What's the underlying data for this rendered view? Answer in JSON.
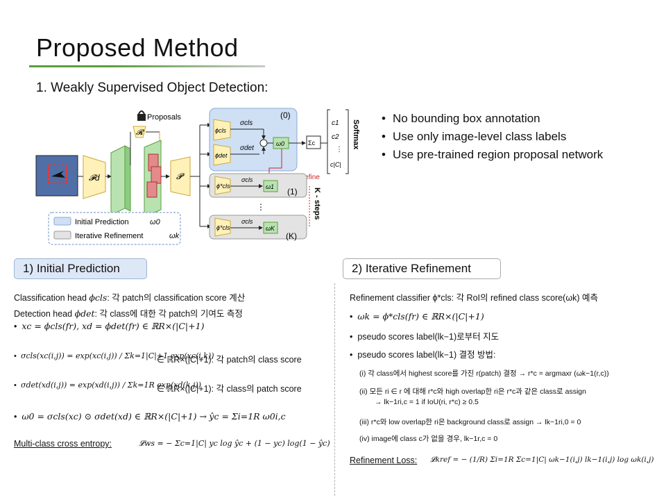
{
  "slide": {
    "title": "Proposed  Method",
    "subtitle": "1. Weakly Supervised Object Detection:"
  },
  "bullets": [
    "No bounding box annotation",
    "Use only image-level class labels",
    "Use pre-trained region proposal network"
  ],
  "figure": {
    "proposals_label": "Proposals",
    "r_label": "𝓡",
    "fd_label": "𝓕d",
    "p_label": "𝓟",
    "branch0": {
      "index": "(0)",
      "phi_cls": "ϕcls",
      "phi_det": "ϕdet",
      "sigma_cls": "σcls",
      "sigma_det": "σdet",
      "omega": "ω0",
      "sigma_sum": "Σc"
    },
    "refine_label": "Refine",
    "branch1": {
      "index": "(1)",
      "phi": "ϕ*cls",
      "sigma": "σcls",
      "omega": "ω1"
    },
    "branchK": {
      "index": "(K)",
      "phi": "ϕ*cls",
      "sigma": "σcls",
      "omega": "ωK"
    },
    "softmax_label": "Softmax",
    "ksteps_label": "K - steps",
    "class_vector": [
      "c1",
      "c2",
      "⋮",
      "c|C|"
    ],
    "legend": [
      {
        "label": "Initial Prediction",
        "symbol": "ω0"
      },
      {
        "label": "Iterative Refinement",
        "symbol": "ωk"
      }
    ],
    "colors": {
      "blue_panel": "#cfe0f5",
      "gray_panel": "#e3e3e3",
      "yellow": "#fff1b8",
      "green": "#b8e3b0",
      "pink": "#e38a8a",
      "red": "#cc2222"
    }
  },
  "left": {
    "header": "1) Initial Prediction",
    "line1_a": "Classification head ",
    "line1_sym": "ϕcls",
    "line1_b": ": 각 patch의 classification score 계산",
    "line2_a": "Detection head ",
    "line2_sym": "ϕdet",
    "line2_b": ": 각 class에 대한 각 patch의 기여도 측정",
    "eq1": "xc = ϕcls(fr),    xd = ϕdet(fr) ∈ ℝR×(|C|+1)",
    "eq2_formula": "σcls(xc(i,j)) = exp(xc(i,j)) / Σk=1|C|+1 exp(xc(i,k))",
    "eq2_note": "∈ ℝR×(|C|+1): 각 patch의 class score",
    "eq3_formula": "σdet(xd(i,j)) = exp(xd(i,j)) / Σk=1R exp(xd(k,j))",
    "eq3_note": "∈ ℝR×(|C|+1): 각 class의 patch score",
    "eq4": "ω0 = σcls(xc) ⊙ σdet(xd)  ∈ ℝR×(|C|+1) →",
    "eq4_b": "ŷc = Σi=1R ω0i,c",
    "loss_label": "Multi-class cross entropy:",
    "loss_formula": "𝓛ws = − Σc=1|C| yc log ŷc + (1 − yc) log(1 − ŷc)"
  },
  "right": {
    "header": "2) Iterative Refinement",
    "line1": "Refinement classifier ϕ*cls: 각 RoI의 refined class score(ωk) 예측",
    "b1": "ωk = ϕ*cls(fr) ∈ ℝR×(|C|+1)",
    "b2": "pseudo scores label(lk−1)로부터 지도",
    "b3": "pseudo scores label(lk−1) 결정 방법:",
    "s1": "(i)  각 class에서 highest score를 가진 r(patch) 결정 → r*c = argmaxr (ωk−1(r,c))",
    "s2a": "(ii) 모든 ri ∈ r 에 대해 r*c와 high overlap한 ri은 r*c과 같은 class로 assign",
    "s2b": "→ lk−1ri,c = 1 if IoU(ri, r*c) ≥ 0.5",
    "s3": "(iii) r*c와 low overlap한 ri은 background class로 assign → lk−1ri,0 = 0",
    "s4": "(iv)  image에 class c가 없을 경우, lk−1r,c = 0",
    "loss_label": "Refinement Loss:",
    "loss_formula": "𝓛kref = − (1/R) Σi=1R Σc=1|C| ωk−1(i,j) lk−1(i,j) log ωk(i,j)"
  }
}
